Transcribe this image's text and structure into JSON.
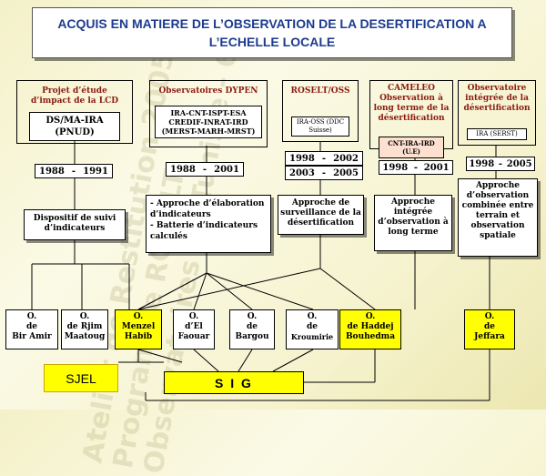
{
  "watermark": {
    "lines": [
      "Atelier de Restitution 2005",
      "Programme ROSELT",
      "Observatoires de Tunisie - 6"
    ]
  },
  "title": {
    "line1": "ACQUIS EN MATIERE DE L’OBSERVATION DE LA DESERTIFICATION A",
    "line2": "L’ECHELLE LOCALE"
  },
  "columns": {
    "lcd": {
      "header": "Projet d’étude d’impact de la LCD",
      "institution": "DS/MA-IRA (PNUD)",
      "year_start": "1988",
      "year_end": "1991",
      "approach": "Dispositif de suivi d’indicateurs"
    },
    "dypen": {
      "header": "Observatoires DYPEN",
      "institution": "IRA-CNT-ISPT-ESA CREDIF-INRAT-IRD (MERST-MARH-MRST)",
      "year_start": "1988",
      "year_end": "2001",
      "approach_1": "- Approche d’élaboration d’indicateurs",
      "approach_2": "- Batterie d’indicateurs calculés"
    },
    "roselt": {
      "header": "ROSELT/OSS",
      "institution": "IRA-OSS (DDC Suisse)",
      "year1_start": "1998",
      "year1_end": "2002",
      "year2_start": "2003",
      "year2_end": "2005",
      "approach": "Approche de surveillance de la désertification"
    },
    "cameleo": {
      "header": "CAMELEO Observation à long terme de la désertification",
      "institution": "CNT-IRA-IRD (U.E)",
      "year_start": "1998",
      "year_end": "2001",
      "approach": "Approche intégrée d’observation à long terme"
    },
    "integree": {
      "header": "Observatoire intégrée de la désertification",
      "institution": "IRA (SERST)",
      "year_start": "1998",
      "year_end": "2005",
      "approach": "Approche d’observation combinée entre terrain et observation spatiale"
    }
  },
  "observatories": [
    {
      "prefix": "O.",
      "line1": "de",
      "line2": "Bir Amir"
    },
    {
      "prefix": "O.",
      "line1": "de Rjim",
      "line2": "Maatoug"
    },
    {
      "prefix": "O.",
      "line1": "Menzel",
      "line2": "Habib"
    },
    {
      "prefix": "O.",
      "line1": "d’El",
      "line2": "Faouar"
    },
    {
      "prefix": "O.",
      "line1": "de",
      "line2": "Bargou"
    },
    {
      "prefix": "O.",
      "line1": "de",
      "line2": "Kroumirie"
    },
    {
      "prefix": "O.",
      "line1": "de Haddej",
      "line2": "Bouhedma"
    },
    {
      "prefix": "O.",
      "line1": "de",
      "line2": "Jeffara"
    }
  ],
  "systems": {
    "sjel": "SJEL",
    "sig": "S I G"
  },
  "colors": {
    "title_text": "#1d3b8f",
    "header_text": "#8b1a10",
    "highlight": "#ffff00",
    "background": "#f6f3cf"
  }
}
